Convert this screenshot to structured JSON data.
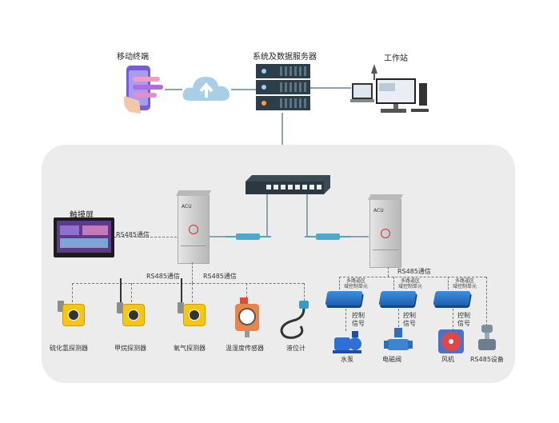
{
  "top": {
    "mobile_label": "移动终端",
    "server_label": "系统及数据服务器",
    "workstation_label": "工作站"
  },
  "field": {
    "touchscreen_label": "触摸屏",
    "rs485_comm_touch": "RS485通信",
    "rs485_comm_left1": "RS485通信",
    "rs485_comm_left2": "RS485通信",
    "rs485_comm_right": "RS485通信"
  },
  "detectors": [
    {
      "label": "硫化氢探测器"
    },
    {
      "label": "甲烷探测器"
    },
    {
      "label": "氧气探测器"
    },
    {
      "label": "温湿度传感器"
    },
    {
      "label": "液位计"
    }
  ],
  "control": {
    "relay_label": "多路逼区\n域控制单元",
    "signal_label": "控制\n信号",
    "devices": [
      {
        "label": "水泵"
      },
      {
        "label": "电磁阀"
      },
      {
        "label": "风机"
      },
      {
        "label": "RS485设备"
      }
    ]
  },
  "cabinet_text": "ACU",
  "colors": {
    "panel": "#ececec",
    "link": "#8fa3ad",
    "accent_blue": "#1f5fb0",
    "detector_yellow": "#f5c518"
  }
}
